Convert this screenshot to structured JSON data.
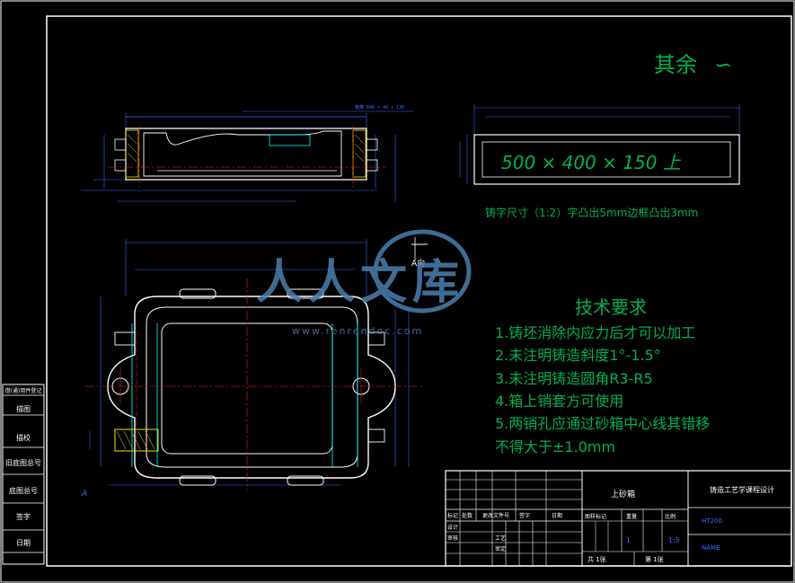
{
  "roughness": {
    "label": "其余",
    "symbol": "∽"
  },
  "casting_text_box": {
    "text": "500 × 400 × 150 上"
  },
  "casting_note": "铸字尺寸（1:2）字凸出5mm边框凸出3mm",
  "section_label": "A向",
  "view_label": "A",
  "watermark": {
    "main": "人人文库",
    "sub": "www.renrendoc.com"
  },
  "tech_requirements": {
    "title": "技术要求",
    "items": [
      "1.铸坯消除内应力后才可以加工",
      "2.未注明铸造斜度1°-1.5°",
      "3.未注明铸造圆角R3-R5",
      "4.箱上销套方可使用",
      "5.两销孔应通过砂箱中心线其错移",
      "不得大于±1.0mm"
    ]
  },
  "title_block": {
    "part_name": "上砂箱",
    "course_title": "铸造工艺学课程设计",
    "headers": [
      "标记",
      "处数",
      "更改文件号",
      "签字",
      "日期"
    ],
    "rows": [
      "设计",
      "审核",
      "工艺",
      "审定"
    ],
    "stage_label": "图样标记",
    "weight_label": "重量",
    "scale_label": "比例",
    "quantity": "1",
    "scale": "1:5",
    "sheet_total_label": "共 1张",
    "sheet_no_label": "第 1张",
    "material": "HT200",
    "drawing_number": "NAME"
  },
  "left_strip": {
    "items": [
      "借(通)用件登记",
      "描图",
      "描校",
      "旧底图总号",
      "底图总号",
      "签字",
      "日期"
    ]
  },
  "colors": {
    "background": "#000000",
    "outline": "#ffffff",
    "green_text": "#00b050",
    "dimension": "#3a6bff",
    "center_line": "#ff2020",
    "section_cyan": "#00ffff",
    "hatch_yellow": "#ffe000",
    "watermark_blue": "#4a7fb0"
  }
}
